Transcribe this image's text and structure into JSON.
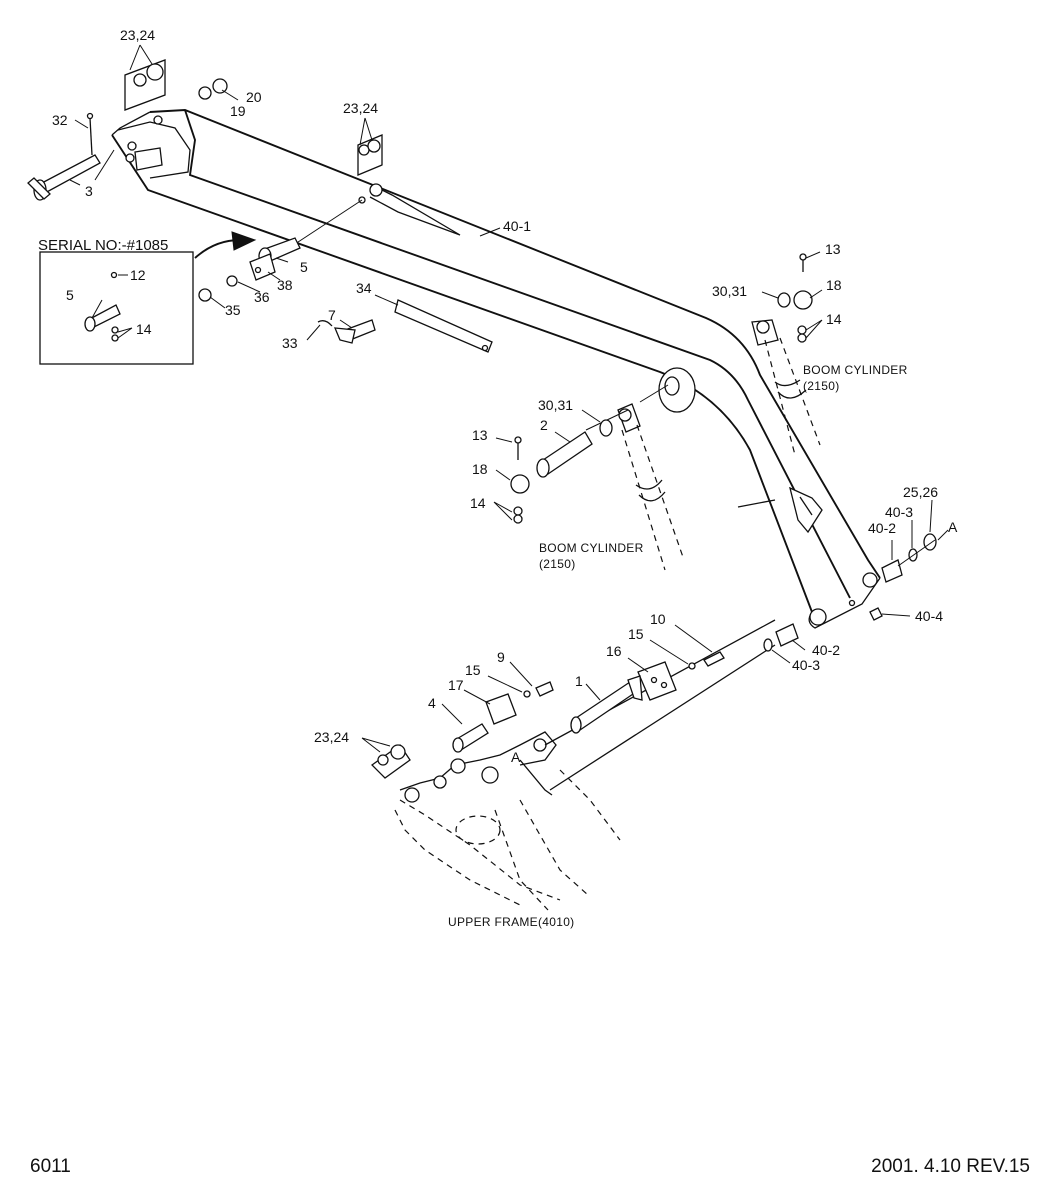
{
  "labels": {
    "l_23_24_a": "23,24",
    "l_20": "20",
    "l_19": "19",
    "l_32": "32",
    "l_3": "3",
    "l_23_24_b": "23,24",
    "l_40_1": "40-1",
    "l_serial": "SERIAL NO:-#1085",
    "l_12": "12",
    "l_5_box": "5",
    "l_14_box": "14",
    "l_5": "5",
    "l_38": "38",
    "l_36": "36",
    "l_35": "35",
    "l_34": "34",
    "l_7": "7",
    "l_33": "33",
    "l_13_right": "13",
    "l_30_31_right": "30,31",
    "l_18_right": "18",
    "l_14_right": "14",
    "l_boom_cyl_right": "BOOM CYLINDER",
    "l_boom_cyl_right_num": "(2150)",
    "l_30_31_mid": "30,31",
    "l_2": "2",
    "l_13_mid": "13",
    "l_18_mid": "18",
    "l_14_mid": "14",
    "l_boom_cyl_mid": "BOOM CYLINDER",
    "l_boom_cyl_mid_num": "(2150)",
    "l_25_26": "25,26",
    "l_40_3_top": "40-3",
    "l_40_2_top": "40-2",
    "l_A_right": "A",
    "l_40_4": "40-4",
    "l_10": "10",
    "l_15_right": "15",
    "l_16": "16",
    "l_40_2_bot": "40-2",
    "l_40_3_bot": "40-3",
    "l_9": "9",
    "l_15_left": "15",
    "l_1": "1",
    "l_17": "17",
    "l_4": "4",
    "l_23_24_c": "23,24",
    "l_A_frame": "A",
    "l_upper_frame": "UPPER FRAME(4010)"
  },
  "footer": {
    "page_number": "6011",
    "revision": "2001. 4.10 REV.15"
  }
}
